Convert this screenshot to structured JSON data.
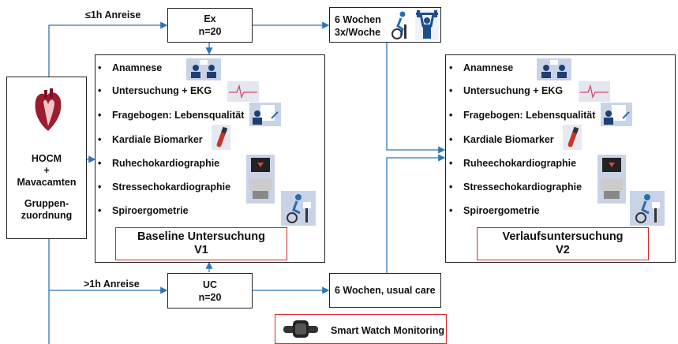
{
  "colors": {
    "arrow": "#2e75b6",
    "box_border": "#222222",
    "red_border": "#d9262b",
    "icon_bg": "#c9d3e8"
  },
  "left": {
    "line1": "HOCM",
    "line2": "+",
    "line3": "Mavacamten",
    "line4": "Gruppen-",
    "line5": "zuordnung",
    "icon": "heart-icon"
  },
  "top_path": {
    "label": "≤1h Anreise",
    "box_line1": "Ex",
    "box_line2": "n=20",
    "training_line1": "6 Wochen",
    "training_line2": "3x/Woche",
    "icons": [
      "cycling-icon",
      "weightlifting-icon"
    ]
  },
  "bottom_path": {
    "label": ">1h Anreise",
    "box_line1": "UC",
    "box_line2": "n=20",
    "care_label": "6 Wochen, usual care"
  },
  "baseline": {
    "items": [
      "Anamnese",
      "Untersuchung + EKG",
      "Fragebogen: Lebensqualität",
      "Kardiale Biomarker",
      "Ruhechokardiographie",
      "Stressechokardiographie",
      "Spiroergometrie"
    ],
    "title_line1": "Baseline  Untersuchung",
    "title_line2": "V1"
  },
  "followup": {
    "items": [
      "Anamnese",
      "Untersuchung + EKG",
      "Fragebogen: Lebensqualität",
      "Kardiale Biomarker",
      "Ruheechokardiographie",
      "Stressechokardiographie",
      "Spiroergometrie"
    ],
    "title_line1": "Verlaufsuntersuchung",
    "title_line2": "V2"
  },
  "smartwatch": {
    "label": "Smart Watch Monitoring",
    "icon": "smartwatch-icon"
  },
  "item_icons": [
    "consultation-icon",
    "ecg-icon",
    "questionnaire-icon",
    "blood-tube-icon",
    "echo-machine-icon",
    "echo-machine-icon",
    "ergometer-icon"
  ],
  "bullet": "•"
}
